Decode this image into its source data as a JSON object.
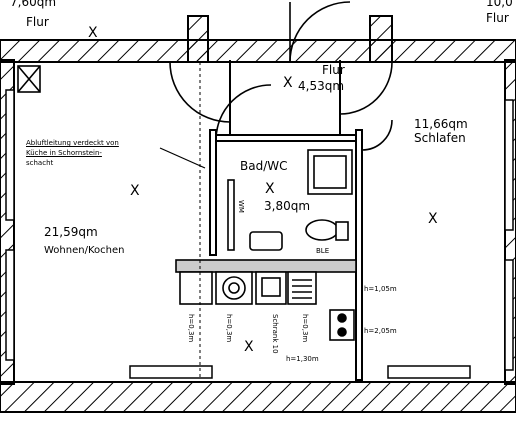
{
  "rooms": {
    "top_left_area": "7,60qm",
    "top_left_name": "Flur",
    "top_right_area": "10,0",
    "top_right_name": "Flur",
    "flur_name": "Flur",
    "flur_area": "4,53qm",
    "schlafen_area": "11,66qm",
    "schlafen_name": "Schlafen",
    "bad_name": "Bad/WC",
    "bad_area": "3,80qm",
    "wohnen_area": "21,59qm",
    "wohnen_name": "Wohnen/Kochen"
  },
  "notes": {
    "chimney_line1": "Abluftleitung verdeckt von",
    "chimney_line2": "Küche in Schornstein-",
    "chimney_line3": "schacht"
  },
  "fixtures": {
    "wm_label": "WM",
    "ble_label": "BLE"
  },
  "dimensions": {
    "h105": "h=1,05m",
    "h205": "h=2,05m",
    "h130": "h=1,30m",
    "h03a": "h=0,3m",
    "h03b": "h=0,3m",
    "h03c": "h=0,3m",
    "schrank": "Schrank 10"
  },
  "marks": {
    "x": "X"
  }
}
